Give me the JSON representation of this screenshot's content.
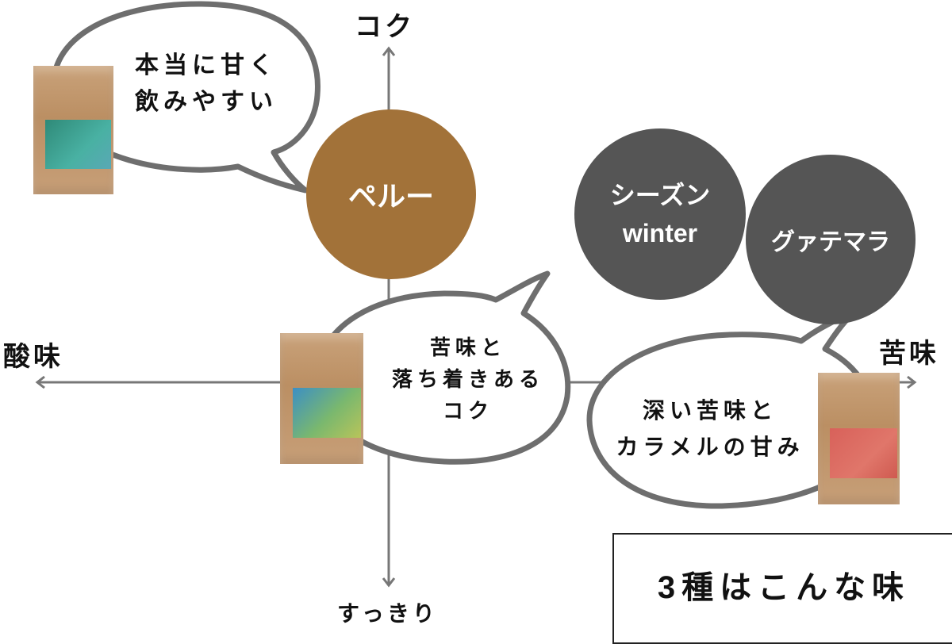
{
  "axes": {
    "top": "コク",
    "bottom": "すっきり",
    "left": "酸味",
    "right": "苦味"
  },
  "circles": [
    {
      "name": "ペルー",
      "color": "#a27239"
    },
    {
      "line1": "シーズン",
      "line2": "winter",
      "color": "#555555"
    },
    {
      "name": "グァテマラ",
      "color": "#555555"
    }
  ],
  "bubbles": [
    {
      "line1": "本当に甘く",
      "line2": "飲みやすい"
    },
    {
      "line1": "苦味と",
      "line2": "落ち着きある",
      "line3": "コク"
    },
    {
      "line1": "深い苦味と",
      "line2": "カラメルの甘み"
    }
  ],
  "bags": [
    {
      "label_color": "#3fa38f"
    },
    {
      "label_color": "#6fae72"
    },
    {
      "label_color": "#d8615a"
    }
  ],
  "title": "3種はこんな味"
}
